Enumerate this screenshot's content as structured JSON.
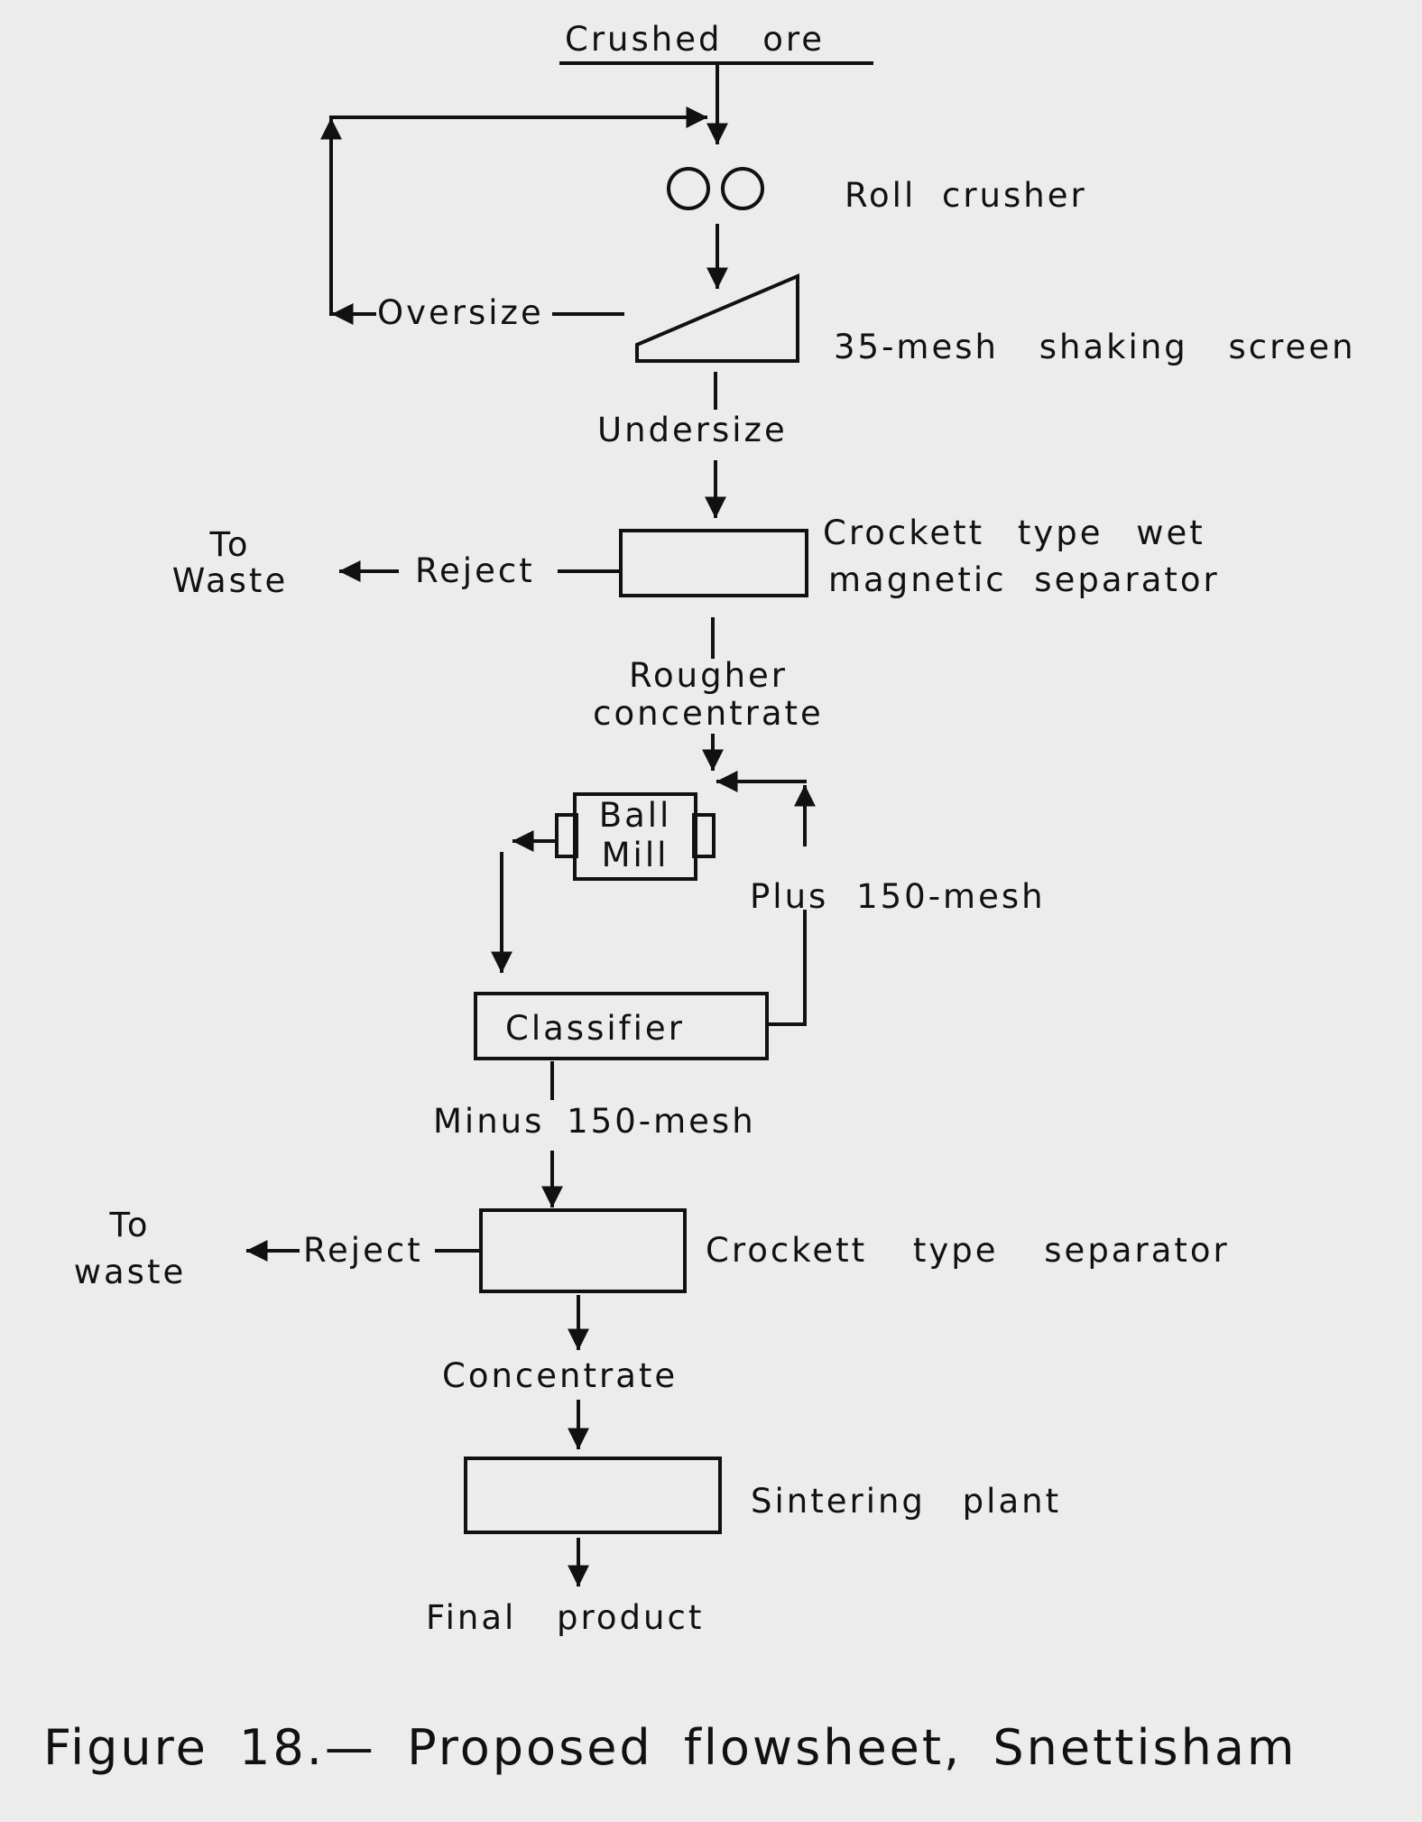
{
  "diagram": {
    "nodes": {
      "crushed_ore": "Crushed ore",
      "roll_crusher": "Roll crusher",
      "shaking_screen": "35-mesh shaking screen",
      "wet_separator_line1": "Crockett type wet",
      "wet_separator_line2": "magnetic separator",
      "ball_mill": "Ball\nMill",
      "classifier": "Classifier",
      "crockett_separator": "Crockett type separator",
      "sintering_plant": "Sintering plant",
      "final_product": "Final product"
    },
    "flows": {
      "oversize": "Oversize",
      "undersize": "Undersize",
      "reject_1": "Reject",
      "to_waste_1": "To\nWaste",
      "rougher_concentrate": "Rougher\nconcentrate",
      "plus_150": "Plus 150-mesh",
      "minus_150": "Minus 150-mesh",
      "reject_2": "Reject",
      "to_waste_2": "To\nwaste",
      "concentrate": "Concentrate"
    }
  },
  "caption": "Figure 18.— Proposed flowsheet, Snettisham"
}
